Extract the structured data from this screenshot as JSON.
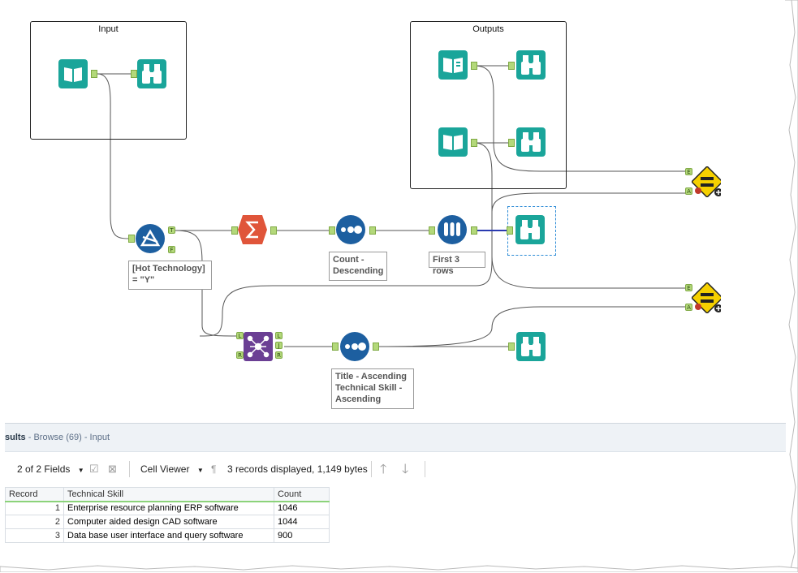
{
  "containers": {
    "input_title": "Input",
    "outputs_title": "Outputs"
  },
  "annotations": {
    "filter_line1": "[Hot Technology]",
    "filter_line2": "= \"Y\"",
    "sort1_line1": "Count -",
    "sort1_line2": "Descending",
    "sample": "First 3 rows",
    "sort2_line1": "Title - Ascending",
    "sort2_line2": "Technical Skill -",
    "sort2_line3": "Ascending"
  },
  "anchors": {
    "true": "T",
    "false": "F",
    "left": "L",
    "right": "R",
    "join": "J",
    "expected": "E",
    "actual": "A"
  },
  "colors": {
    "teal": "#1aa59a",
    "blue": "#1d5fa0",
    "summarize": "#e0553a",
    "join": "#6b3f94",
    "test": "#f5d000",
    "anchor": "#b3d87a"
  },
  "results": {
    "title_prefix": "sults",
    "title_suffix": " - Browse (69) - Input",
    "fields": "2 of 2 Fields",
    "viewer": "Cell Viewer",
    "pilcrow": "¶",
    "records_info": "3 records displayed, 1,149 bytes",
    "columns": [
      "Record",
      "Technical Skill",
      "Count"
    ],
    "rows": [
      {
        "record": "1",
        "skill": "Enterprise resource planning ERP software",
        "count": "1046"
      },
      {
        "record": "2",
        "skill": "Computer aided design CAD software",
        "count": "1044"
      },
      {
        "record": "3",
        "skill": "Data base user interface and query software",
        "count": "900"
      }
    ]
  }
}
